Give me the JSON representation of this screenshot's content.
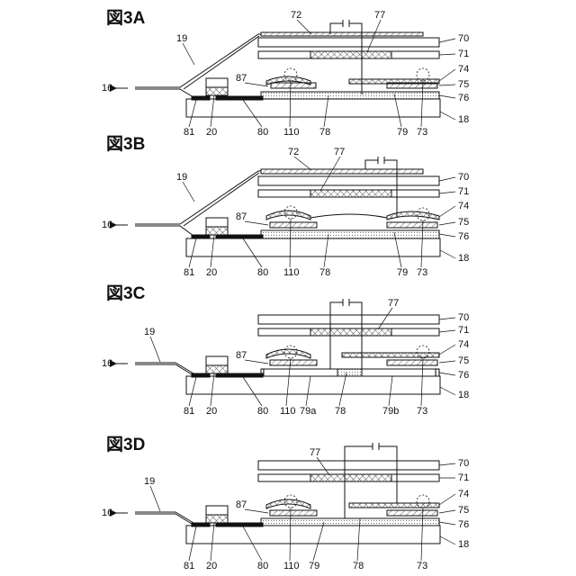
{
  "panels": [
    {
      "id": "A",
      "title": "図3A",
      "has_79_split": false,
      "lid_tilted": true
    },
    {
      "id": "B",
      "title": "図3B",
      "has_79_split": false,
      "lid_tilted": true
    },
    {
      "id": "C",
      "title": "図3C",
      "has_79_split": true,
      "lid_tilted": false
    },
    {
      "id": "D",
      "title": "図3D",
      "has_79_split": false,
      "lid_tilted": false
    }
  ],
  "labels": {
    "l16": "16",
    "l18": "18",
    "l19": "19",
    "l20": "20",
    "l70": "70",
    "l71": "71",
    "l72": "72",
    "l73": "73",
    "l74": "74",
    "l75": "75",
    "l76": "76",
    "l77": "77",
    "l78": "78",
    "l79": "79",
    "l79a": "79a",
    "l79b": "79b",
    "l80": "80",
    "l81": "81",
    "l87": "87",
    "l110": "110"
  }
}
